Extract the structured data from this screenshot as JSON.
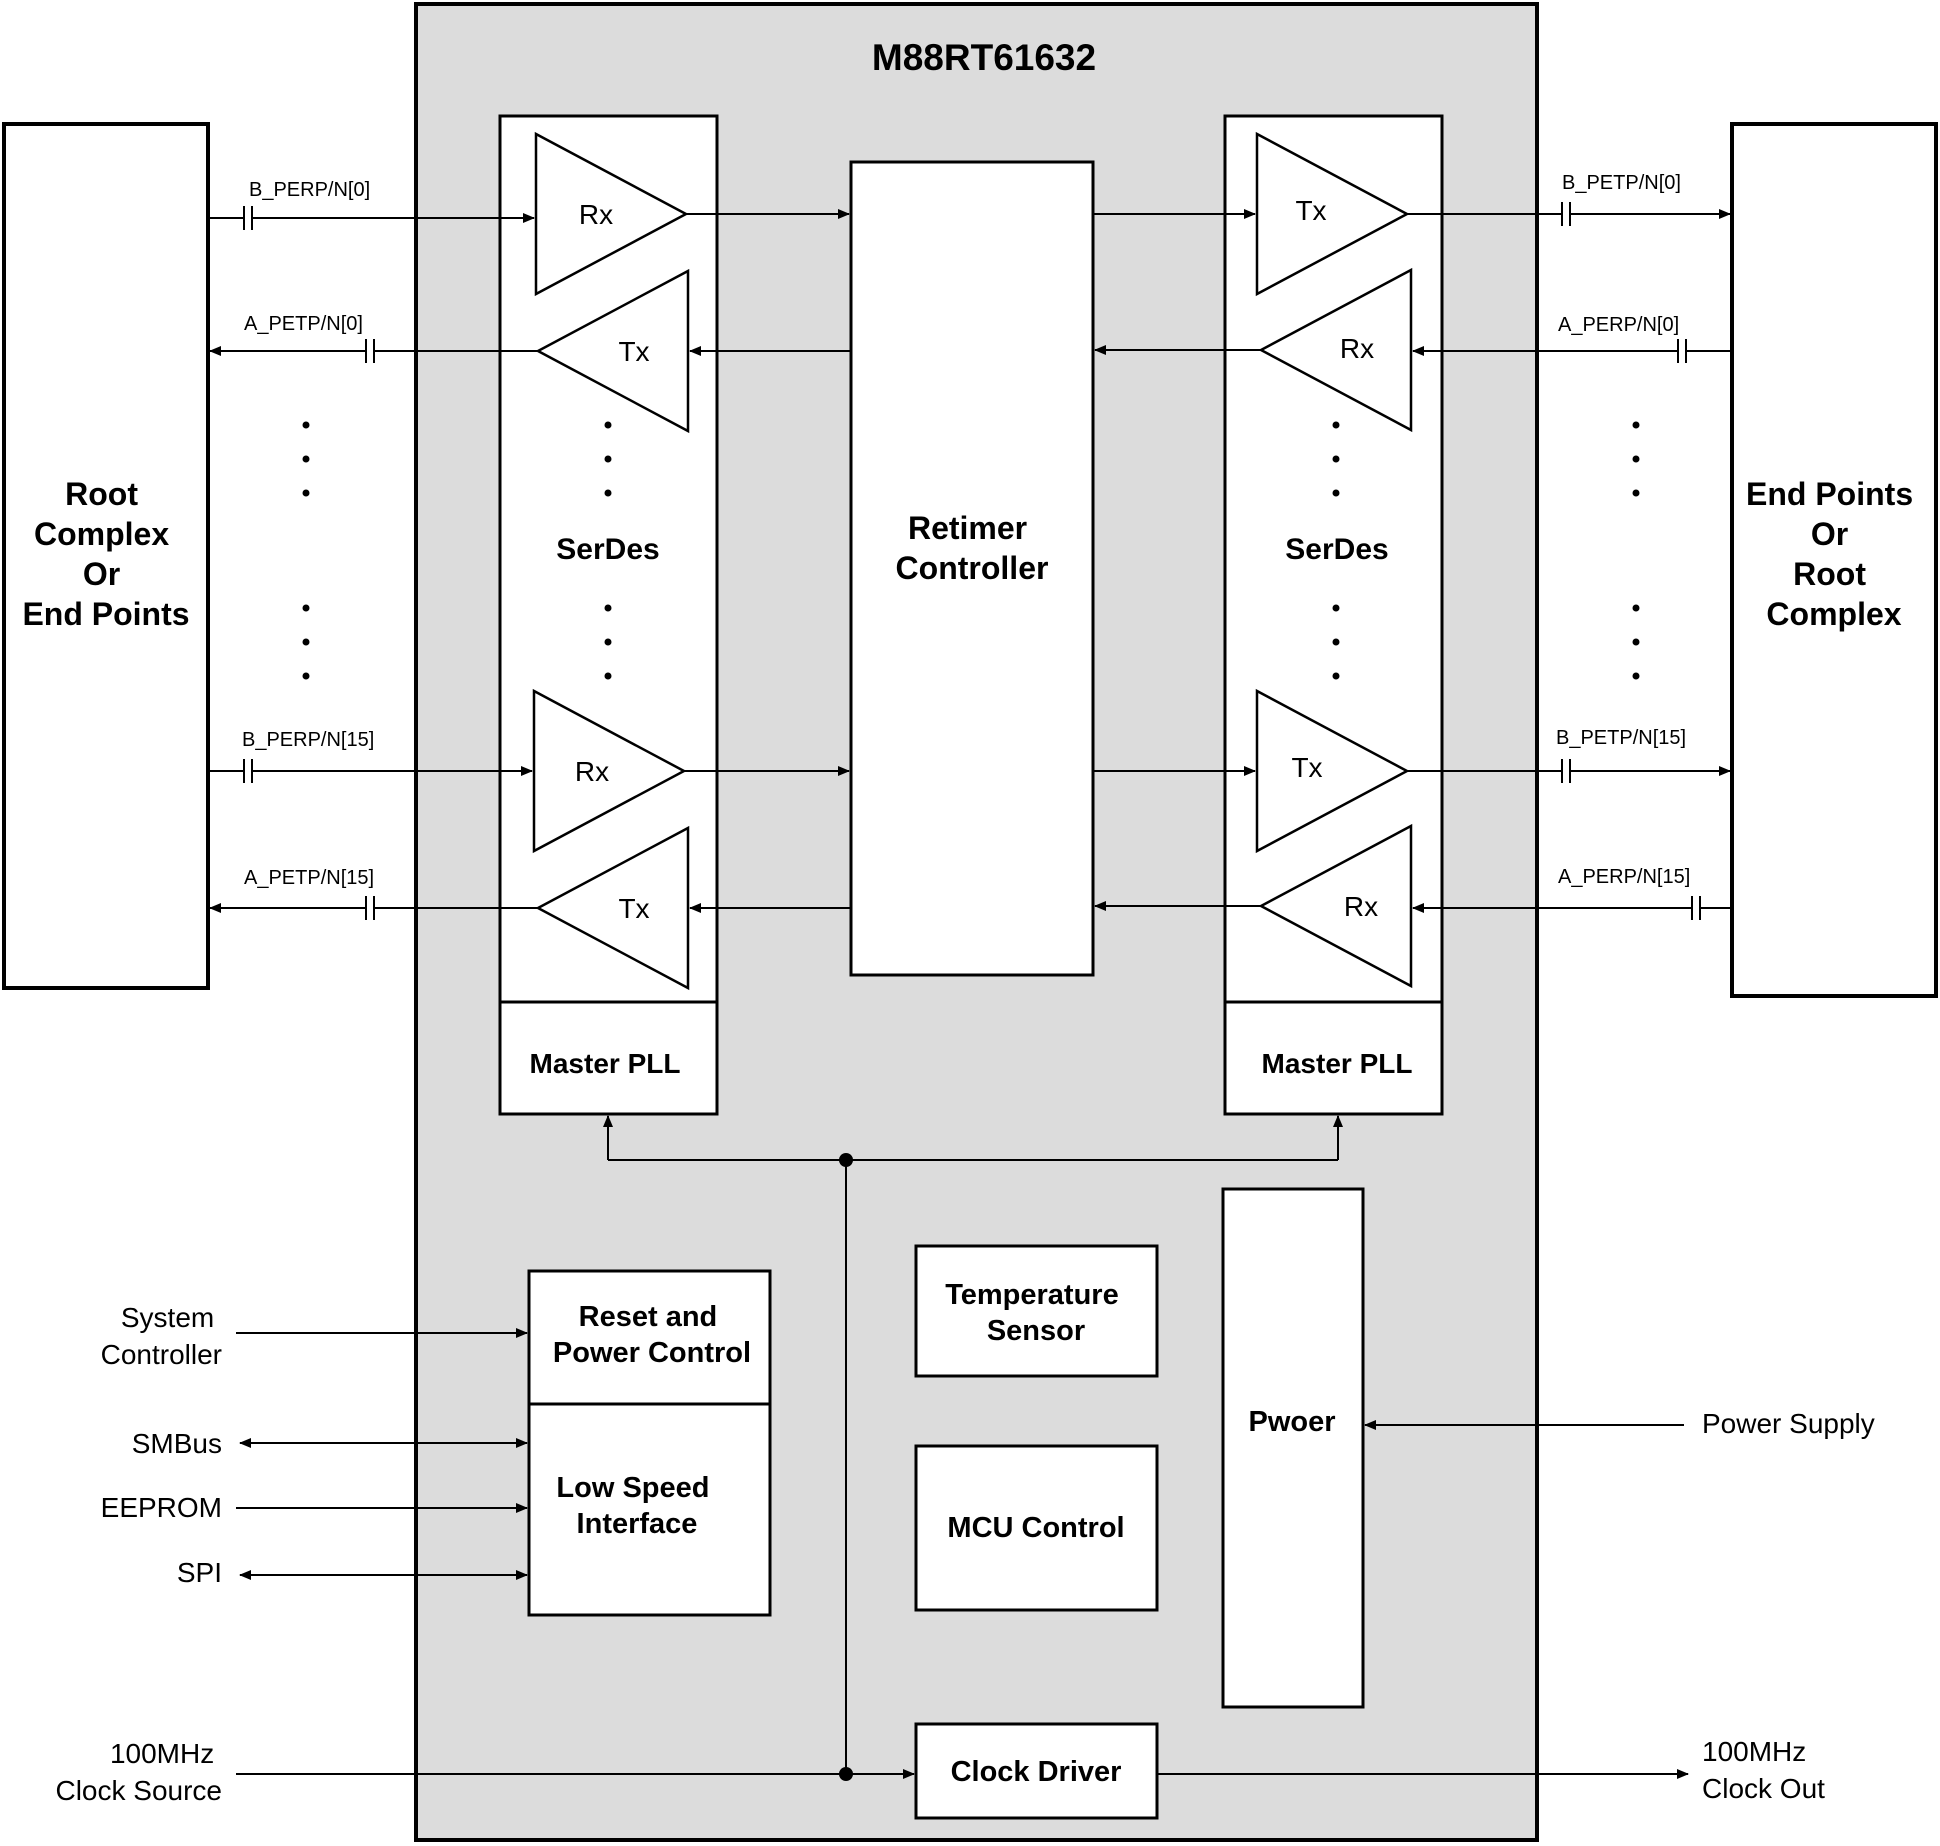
{
  "chip": {
    "title": "M88RT61632"
  },
  "left_block": {
    "lines": [
      "Root",
      "Complex",
      "Or",
      "End Points"
    ]
  },
  "right_block": {
    "lines": [
      "End Points",
      "Or",
      "Root",
      "Complex"
    ]
  },
  "serdes": {
    "label": "SerDes",
    "rx": "Rx",
    "tx": "Tx",
    "pll": "Master PLL"
  },
  "retimer": {
    "lines": [
      "Retimer",
      "Controller"
    ]
  },
  "left_signals": {
    "in0": "B_PERP/N[0]",
    "out0": "A_PETP/N[0]",
    "in15": "B_PERP/N[15]",
    "out15": "A_PETP/N[15]"
  },
  "right_signals": {
    "out0": "B_PETP/N[0]",
    "in0": "A_PERP/N[0]",
    "out15": "B_PETP/N[15]",
    "in15": "A_PERP/N[15]"
  },
  "reset_block": {
    "lines": [
      "Reset and",
      "Power Control"
    ]
  },
  "low_speed_block": {
    "lines": [
      "Low Speed",
      "Interface"
    ]
  },
  "temp_block": {
    "lines": [
      "Temperature",
      "Sensor"
    ]
  },
  "mcu_block": {
    "label": "MCU Control"
  },
  "power_block": {
    "label": "Pwoer"
  },
  "clock_driver": {
    "label": "Clock Driver"
  },
  "ext_left": {
    "system_controller": [
      "System",
      "Controller"
    ],
    "smbus": "SMBus",
    "eeprom": "EEPROM",
    "spi": "SPI",
    "clock_source": [
      "100MHz",
      "Clock Source"
    ]
  },
  "ext_right": {
    "power_supply": "Power Supply",
    "clock_out": [
      "100MHz",
      "Clock Out"
    ]
  },
  "colors": {
    "chip_fill": "#dcdcdc",
    "stroke": "#000000",
    "block_fill": "#ffffff"
  }
}
